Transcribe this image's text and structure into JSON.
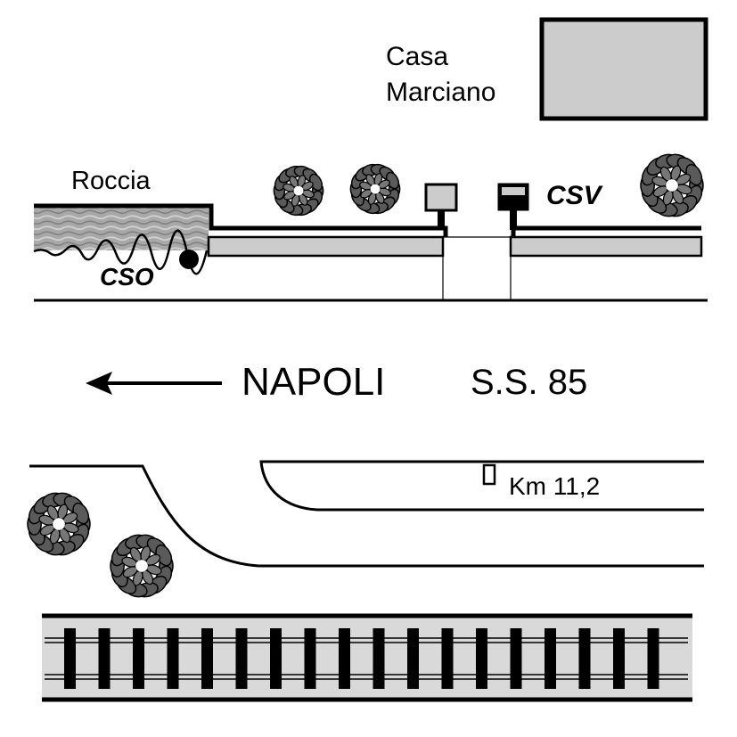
{
  "labels": {
    "building": [
      "Casa",
      "Marciano"
    ],
    "rock": "Roccia",
    "cso": "CSO",
    "csv": "CSV",
    "direction": "NAPOLI",
    "road": "S.S. 85",
    "km": "Km 11,2"
  },
  "colors": {
    "ink": "#000000",
    "box_fill": "#cccccc",
    "rock_fill": "#a8a8a8",
    "foliage": "#5a5a5a",
    "rail_bed": "#d9d9d9"
  },
  "icons": [
    "tree-icon",
    "left-arrow-icon",
    "railway-track-icon",
    "km-marker-icon"
  ]
}
